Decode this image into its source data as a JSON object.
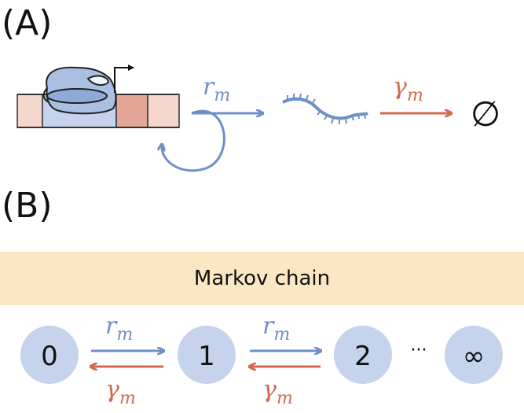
{
  "panel_a": {
    "label": "(A)",
    "production_rate": {
      "symbol": "r",
      "subscript": "m"
    },
    "degradation_rate": {
      "symbol": "γ",
      "subscript": "m"
    },
    "sink": "∅",
    "icons": [
      "polymerase-icon",
      "promoter-arrow-icon",
      "mrna-icon",
      "empty-set-icon"
    ]
  },
  "panel_b": {
    "label": "(B)",
    "banner": "Markov chain",
    "states": [
      "0",
      "1",
      "2",
      "∞"
    ],
    "ellipsis": "···",
    "forward_rate": {
      "symbol": "r",
      "subscript": "m"
    },
    "backward_rate": {
      "symbol": "γ",
      "subscript": "m"
    }
  },
  "colors": {
    "blue": "#6f8fc9",
    "red": "#d36a52",
    "state_fill": "#c5d3ec",
    "banner": "#fbe7c4",
    "dna_light": "#f4d6cc",
    "dna_blue": "#c5d3ec",
    "dna_dark": "#e3a595"
  }
}
